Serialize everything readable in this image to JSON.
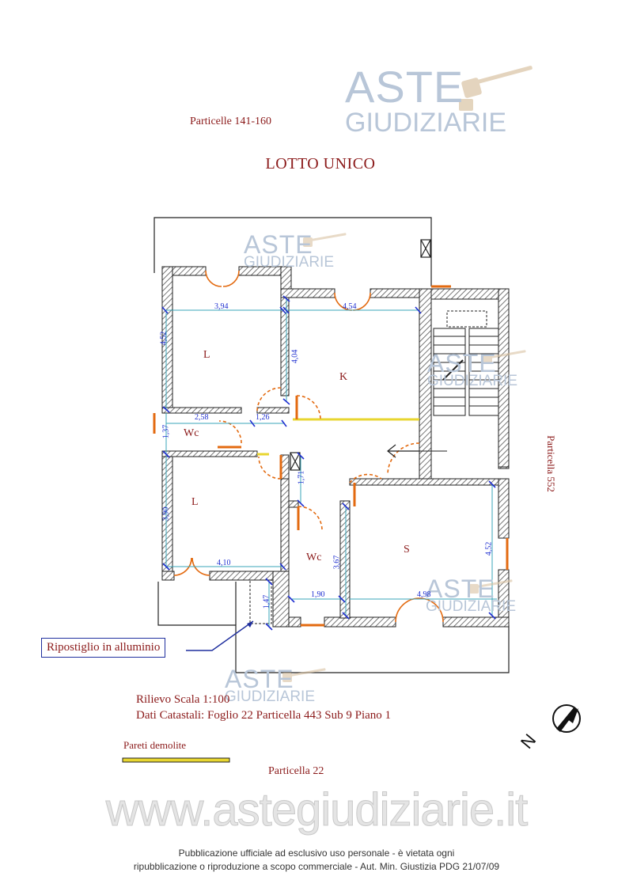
{
  "header": {
    "particelle": "Particelle 141-160",
    "title": "LOTTO UNICO"
  },
  "watermark": {
    "aste": "ASTE",
    "giudiziarie": "GIUDIZIARIE",
    "url": "www.astegiudiziarie.it"
  },
  "rooms": {
    "l_top": "L",
    "k": "K",
    "wc_left": "Wc",
    "l_bottom": "L",
    "wc_mid": "Wc",
    "s": "S"
  },
  "dimensions": {
    "d394": "3,94",
    "d454": "4,54",
    "d452_left": "4,52",
    "d404": "4,04",
    "d258": "2,58",
    "d126": "1,26",
    "d137": "1,37",
    "d171": "1,71",
    "d390": "3,90",
    "d410": "4,10",
    "d367": "3,67",
    "d147": "1,47",
    "d190": "1,90",
    "d498": "4,98",
    "d452_right": "4,52"
  },
  "labels": {
    "particella_552": "Particella 552",
    "particella_22": "Particella 22",
    "ripostiglio": "Ripostiglio in alluminio",
    "rilievo": "Rilievo Scala 1:100",
    "dati": "Dati Catastali: Foglio 22 Particella 443 Sub 9 Piano 1",
    "pareti": "Pareti demolite",
    "north": "N"
  },
  "footer": {
    "line1": "Pubblicazione ufficiale ad esclusivo uso personale - è vietata ogni",
    "line2": "ripubblicazione o riproduzione a scopo commerciale - Aut. Min. Giustizia PDG 21/07/09"
  },
  "colors": {
    "text_red": "#8b1a1a",
    "dimension_blue": "#1f2fd0",
    "dimension_cyan": "#3aa6b9",
    "door_orange": "#e36a10",
    "wall_hatch": "#555555",
    "demolished_yellow": "#e8d630",
    "callout_border": "#1f2f9e",
    "watermark": "#b8c6d8"
  },
  "icons": {
    "north_arrow": "north-arrow-icon",
    "gavel": "gavel-icon"
  }
}
